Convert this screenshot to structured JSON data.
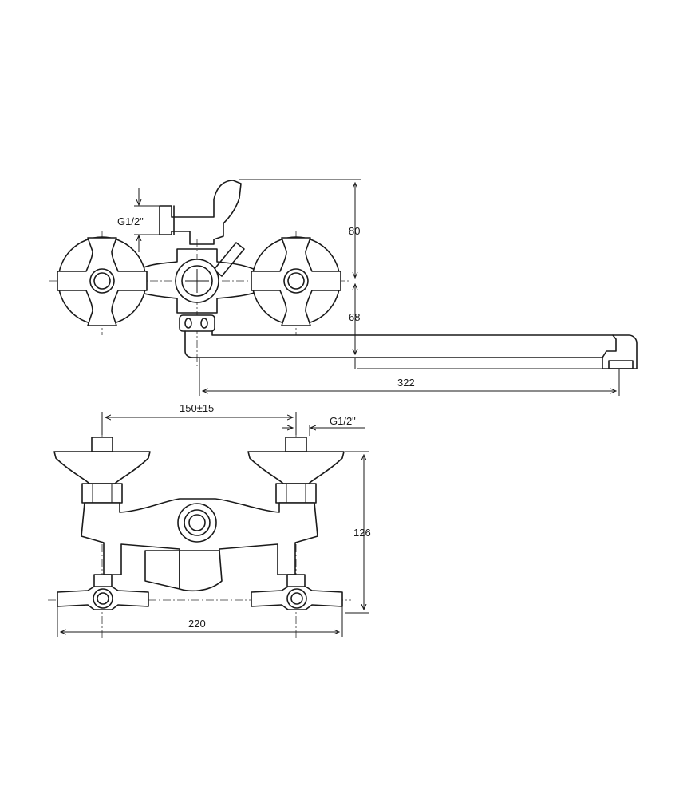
{
  "drawing": {
    "labels": {
      "thread_side": "G1/2\"",
      "thread_front": "G1/2\"",
      "height_upper": "80",
      "height_lower": "68",
      "spout_length": "322",
      "center_distance": "150±15",
      "body_height": "126",
      "overall_width": "220"
    }
  },
  "colors": {
    "line": "#1a1a1a",
    "background": "#ffffff"
  }
}
